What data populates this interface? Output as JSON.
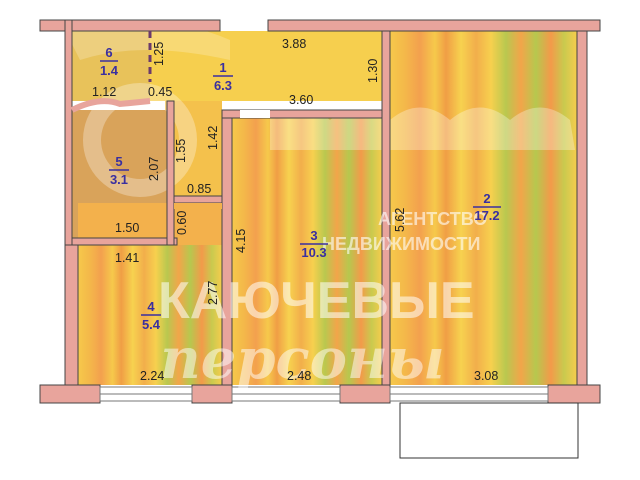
{
  "rooms": [
    {
      "number": "6",
      "area": "1.4"
    },
    {
      "number": "1",
      "area": "6.3"
    },
    {
      "number": "5",
      "area": "3.1"
    },
    {
      "number": "4",
      "area": "5.4"
    },
    {
      "number": "3",
      "area": "10.3"
    },
    {
      "number": "2",
      "area": "17.2"
    }
  ],
  "dimensions": {
    "d_1_25": "1.25",
    "d_3_88": "3.88",
    "d_1_30": "1.30",
    "d_1_12": "1.12",
    "d_0_45": "0.45",
    "d_3_60": "3.60",
    "d_1_55": "1.55",
    "d_1_42": "1.42",
    "d_2_07": "2.07",
    "d_0_85": "0.85",
    "d_0_60": "0.60",
    "d_1_50": "1.50",
    "d_4_15": "4.15",
    "d_5_62": "5.62",
    "d_1_41": "1.41",
    "d_2_77": "2.77",
    "d_2_24": "2.24",
    "d_2_48": "2.48",
    "d_3_08": "3.08"
  },
  "watermark": {
    "line1": "АГЕНТСТВО",
    "line2": "НЕДВИЖИМОСТИ",
    "line3": "КАЮЧЕВЫЕ",
    "line4": "персоны"
  },
  "colors": {
    "wall": "#e8a49c",
    "wall_stroke": "#444444",
    "room_number": "#3a2fa0"
  }
}
